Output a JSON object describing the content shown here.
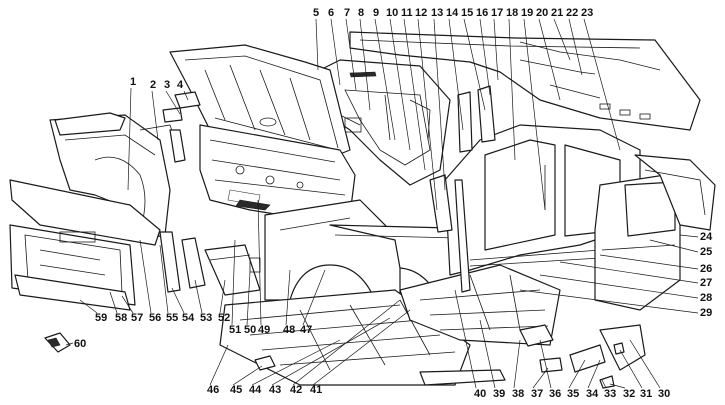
{
  "callouts": [
    {
      "id": "1",
      "label": "1"
    },
    {
      "id": "2",
      "label": "2"
    },
    {
      "id": "3",
      "label": "3"
    },
    {
      "id": "4",
      "label": "4"
    },
    {
      "id": "5",
      "label": "5"
    },
    {
      "id": "6",
      "label": "6"
    },
    {
      "id": "7",
      "label": "7"
    },
    {
      "id": "8",
      "label": "8"
    },
    {
      "id": "9",
      "label": "9"
    },
    {
      "id": "10",
      "label": "10"
    },
    {
      "id": "11",
      "label": "11"
    },
    {
      "id": "12",
      "label": "12"
    },
    {
      "id": "13",
      "label": "13"
    },
    {
      "id": "14",
      "label": "14"
    },
    {
      "id": "15",
      "label": "15"
    },
    {
      "id": "16",
      "label": "16"
    },
    {
      "id": "17",
      "label": "17"
    },
    {
      "id": "18",
      "label": "18"
    },
    {
      "id": "19",
      "label": "19"
    },
    {
      "id": "20",
      "label": "20"
    },
    {
      "id": "21",
      "label": "21"
    },
    {
      "id": "22",
      "label": "22"
    },
    {
      "id": "23",
      "label": "23"
    },
    {
      "id": "24",
      "label": "24"
    },
    {
      "id": "25",
      "label": "25"
    },
    {
      "id": "26",
      "label": "26"
    },
    {
      "id": "27",
      "label": "27"
    },
    {
      "id": "28",
      "label": "28"
    },
    {
      "id": "29",
      "label": "29"
    },
    {
      "id": "30",
      "label": "30"
    },
    {
      "id": "31",
      "label": "31"
    },
    {
      "id": "32",
      "label": "32"
    },
    {
      "id": "33",
      "label": "33"
    },
    {
      "id": "34",
      "label": "34"
    },
    {
      "id": "35",
      "label": "35"
    },
    {
      "id": "36",
      "label": "36"
    },
    {
      "id": "37",
      "label": "37"
    },
    {
      "id": "38",
      "label": "38"
    },
    {
      "id": "39",
      "label": "39"
    },
    {
      "id": "40",
      "label": "40"
    },
    {
      "id": "41",
      "label": "41"
    },
    {
      "id": "42",
      "label": "42"
    },
    {
      "id": "43",
      "label": "43"
    },
    {
      "id": "44",
      "label": "44"
    },
    {
      "id": "45",
      "label": "45"
    },
    {
      "id": "46",
      "label": "46"
    },
    {
      "id": "47",
      "label": "47"
    },
    {
      "id": "48",
      "label": "48"
    },
    {
      "id": "49",
      "label": "49"
    },
    {
      "id": "50",
      "label": "50"
    },
    {
      "id": "51",
      "label": "51"
    },
    {
      "id": "52",
      "label": "52"
    },
    {
      "id": "53",
      "label": "53"
    },
    {
      "id": "54",
      "label": "54"
    },
    {
      "id": "55",
      "label": "55"
    },
    {
      "id": "56",
      "label": "56"
    },
    {
      "id": "57",
      "label": "57"
    },
    {
      "id": "58",
      "label": "58"
    },
    {
      "id": "59",
      "label": "59"
    },
    {
      "id": "60",
      "label": "60"
    }
  ]
}
